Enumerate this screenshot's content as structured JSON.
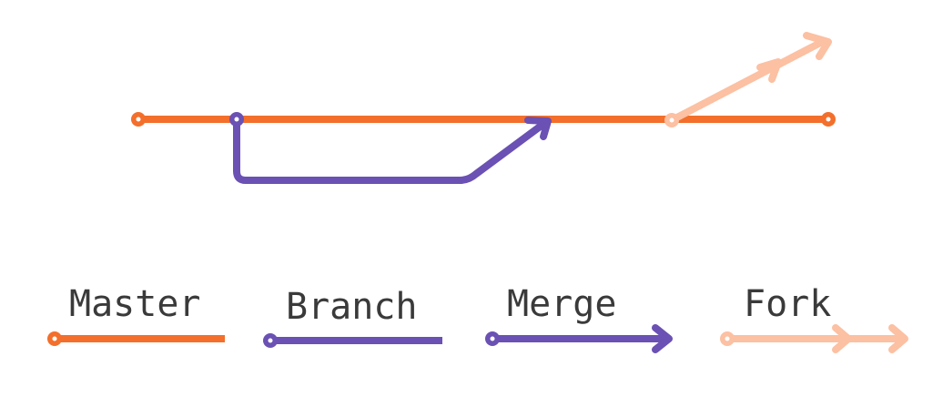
{
  "colors": {
    "master": "#f36f2b",
    "branch": "#6a51b3",
    "merge": "#6a51b3",
    "fork": "#fcc0a2"
  },
  "legend": {
    "master": "Master",
    "branch": "Branch",
    "merge": "Merge",
    "fork": "Fork"
  }
}
